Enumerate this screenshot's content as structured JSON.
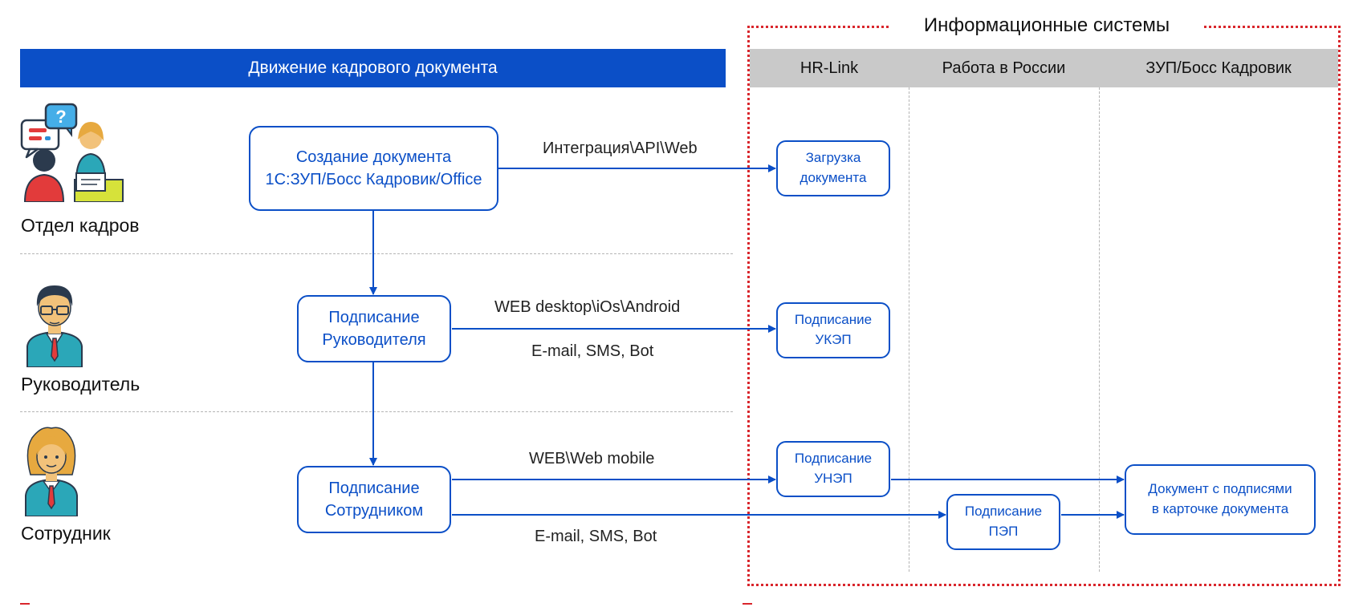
{
  "header": {
    "banner": "Движение кадрового документа",
    "systems_title": "Информационные системы"
  },
  "systems": [
    {
      "label": "HR-Link"
    },
    {
      "label": "Работа в России"
    },
    {
      "label": "ЗУП/Босс Кадровик"
    }
  ],
  "roles": [
    {
      "label": "Отдел кадров",
      "icon": "hr-department-icon"
    },
    {
      "label": "Руководитель",
      "icon": "manager-icon"
    },
    {
      "label": "Сотрудник",
      "icon": "employee-icon"
    }
  ],
  "process": {
    "create": {
      "line1": "Создание документа",
      "line2": "1С:ЗУП/Босс Кадровик/Office"
    },
    "manager_sign": {
      "line1": "Подписание",
      "line2": "Руководителя"
    },
    "employee_sign": {
      "line1": "Подписание",
      "line2": "Сотрудником"
    }
  },
  "system_boxes": {
    "upload": {
      "line1": "Загрузка",
      "line2": "документа"
    },
    "ukep": {
      "line1": "Подписание",
      "line2": "УКЭП"
    },
    "unep": {
      "line1": "Подписание",
      "line2": "УНЭП"
    },
    "pep": {
      "line1": "Подписание",
      "line2": "ПЭП"
    },
    "result": {
      "line1": "Документ с подписями",
      "line2": "в карточке документа"
    }
  },
  "connections": {
    "integration": "Интеграция\\API\\Web",
    "web_desktop": "WEB desktop\\iOs\\Android",
    "email_manager": "E-mail, SMS, Bot",
    "web_mobile": "WEB\\Web mobile",
    "email_employee": "E-mail, SMS, Bot"
  },
  "colors": {
    "accent": "#0b4fc7",
    "frame": "#d9262c",
    "column_header": "#c9c9c9",
    "divider": "#b5b5b5"
  }
}
